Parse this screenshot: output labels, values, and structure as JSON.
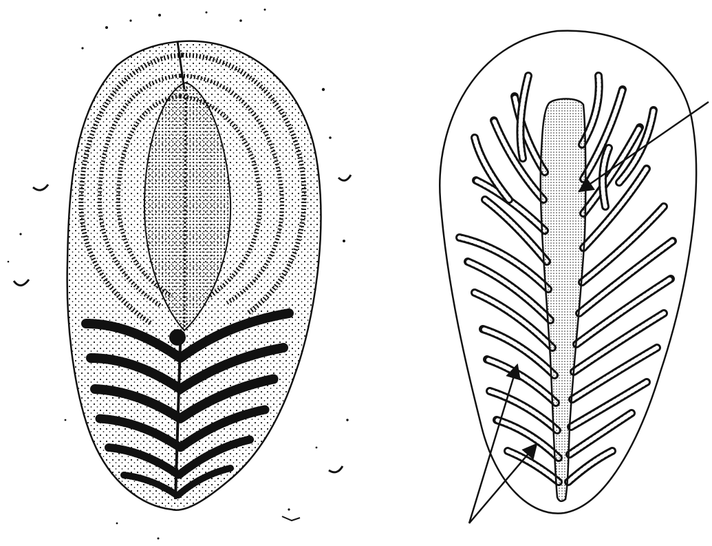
{
  "figure": {
    "background": "#ffffff",
    "ink": "#111111",
    "panels": [
      {
        "id": "fossil-specimen",
        "description_icon": "fossil-stipple-drawing"
      },
      {
        "id": "interpretive-diagram",
        "description_icon": "branching-frond-diagram"
      }
    ],
    "annotations": [
      {
        "id": "arrow-to-central-stalk",
        "label": ""
      },
      {
        "id": "arrows-to-branches",
        "label": ""
      }
    ]
  }
}
